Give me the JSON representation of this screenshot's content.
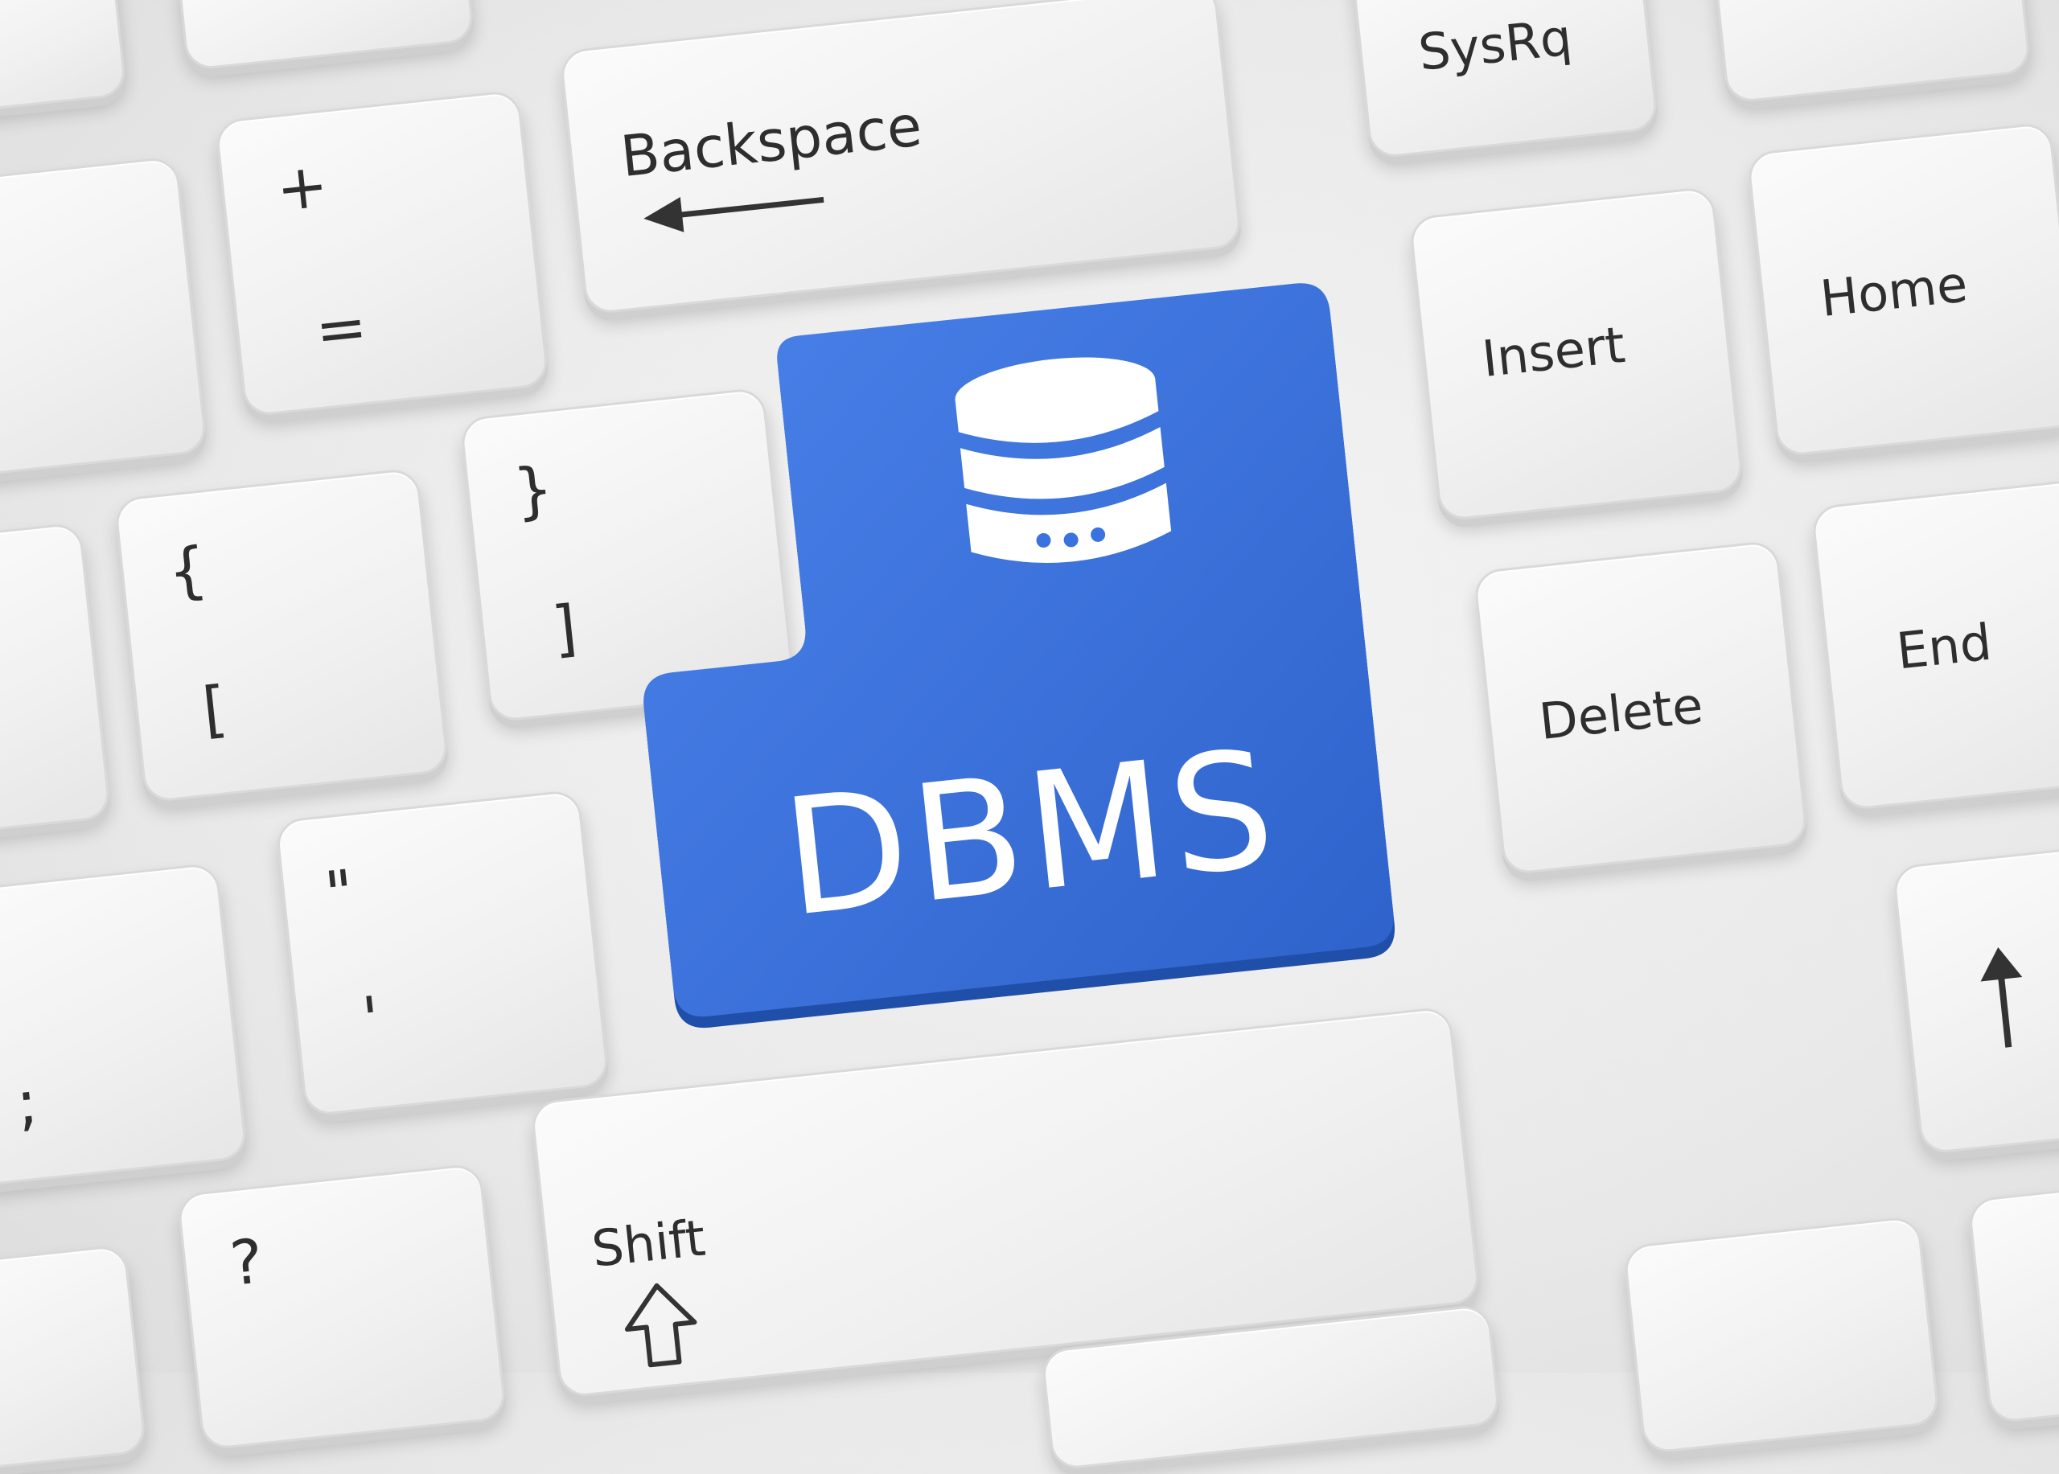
{
  "keys": {
    "backspace": "Backspace",
    "sysrq": "SysRq",
    "plus": "+",
    "equals": "=",
    "brace_open": "{",
    "bracket_open": "[",
    "brace_close": "}",
    "bracket_close": "]",
    "quote": "\"",
    "apostrophe": "'",
    "semicolon": ";",
    "question": "?",
    "shift": "Shift",
    "insert": "Insert",
    "home": "Home",
    "delete": "Delete",
    "end": "End"
  },
  "highlight_key": {
    "label": "DBMS",
    "icon": "database-icon",
    "color": "#3a72e0"
  },
  "icons": {
    "backspace_arrow": "arrow-left-icon",
    "shift_arrow": "arrow-up-outline-icon",
    "up_arrow": "arrow-up-icon"
  }
}
